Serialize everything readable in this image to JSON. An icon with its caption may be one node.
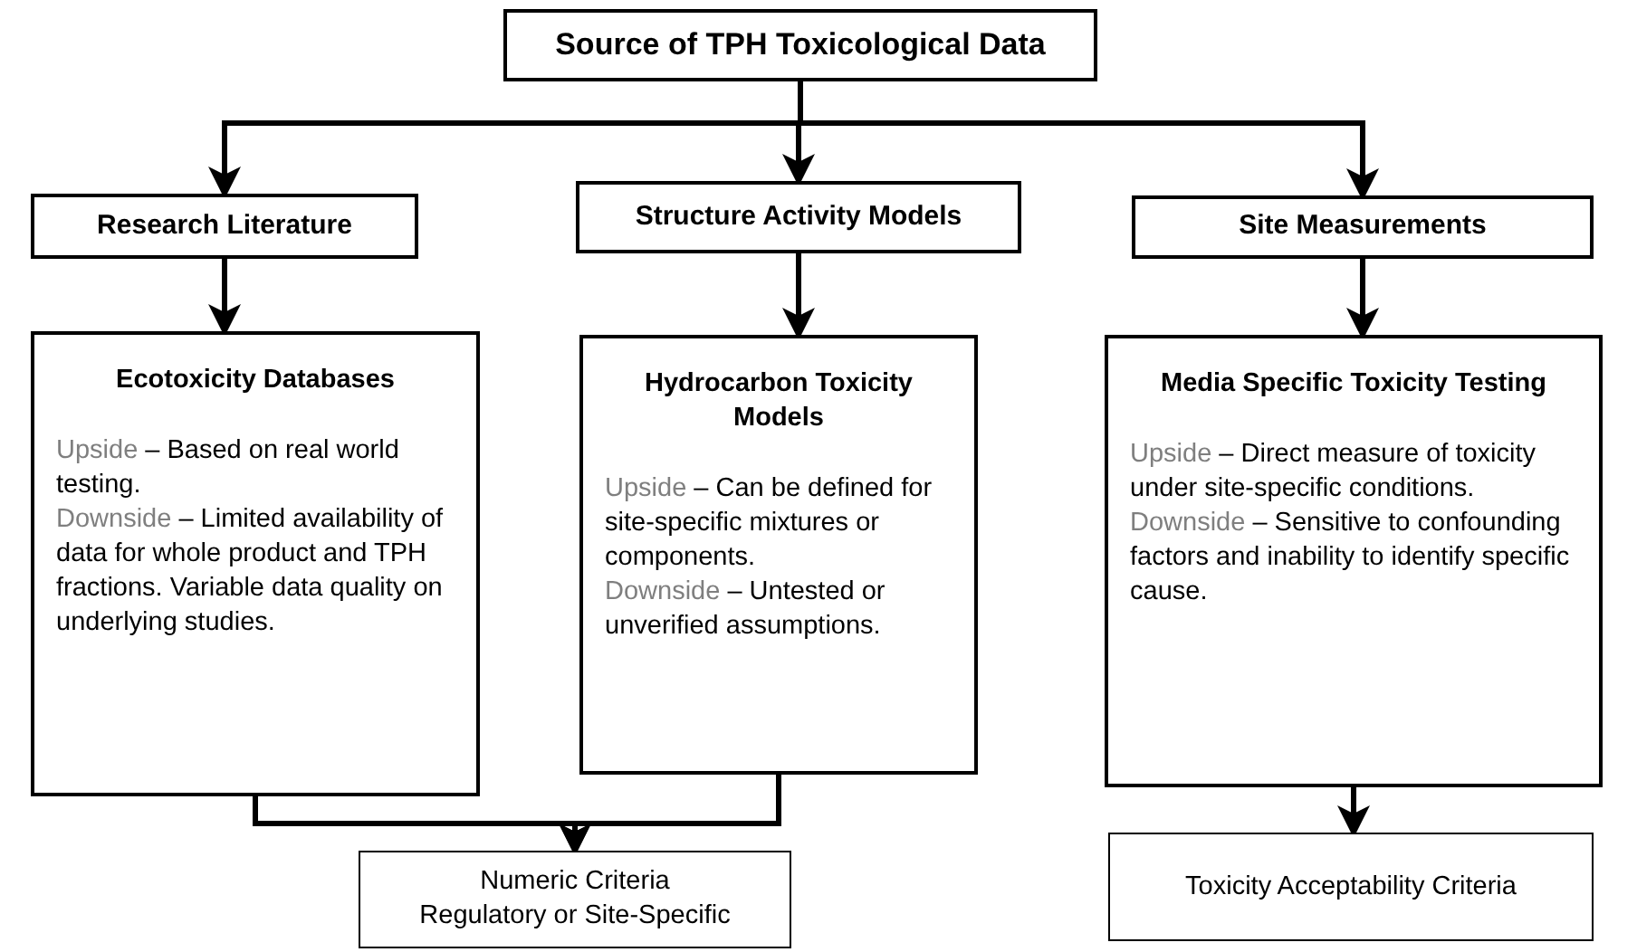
{
  "diagram": {
    "nodes": [
      {
        "text": [
          "Source of TPH Toxicological Data"
        ]
      },
      {
        "text": [
          "Research Literature"
        ]
      },
      {
        "text": [
          "Structure Activity Models"
        ]
      },
      {
        "text": [
          "Site Measurements"
        ]
      },
      {
        "text": [
          "Ecotoxicity Databases",
          "Upside – Based on real world testing.",
          "Downside – Limited availability of data for whole product and TPH fractions. Variable data quality on underlying studies."
        ]
      },
      {
        "text": [
          "Hydrocarbon Toxicity Models",
          "Upside – Can be defined for site-specific mixtures or components.",
          "Downside – Untested or unverified assumptions."
        ]
      },
      {
        "text": [
          "Media Specific Toxicity Testing",
          "Upside – Direct measure of toxicity under site-specific conditions.",
          "Downside – Sensitive to confounding factors and inability to identify specific cause."
        ]
      },
      {
        "text": [
          "Numeric Criteria",
          "Regulatory or Site-Specific"
        ]
      },
      {
        "text": [
          "Toxicity Acceptability Criteria"
        ]
      }
    ],
    "edges": [
      {
        "from": 0,
        "to": 1,
        "arrow": "to"
      },
      {
        "from": 0,
        "to": 2,
        "arrow": "to"
      },
      {
        "from": 0,
        "to": 3,
        "arrow": "to"
      },
      {
        "from": 1,
        "to": 4,
        "arrow": "to"
      },
      {
        "from": 2,
        "to": 5,
        "arrow": "to"
      },
      {
        "from": 3,
        "to": 6,
        "arrow": "to"
      },
      {
        "from": 4,
        "to": 7,
        "arrow": "to"
      },
      {
        "from": 5,
        "to": 7,
        "arrow": "to"
      },
      {
        "from": 6,
        "to": 8,
        "arrow": "to"
      }
    ]
  }
}
